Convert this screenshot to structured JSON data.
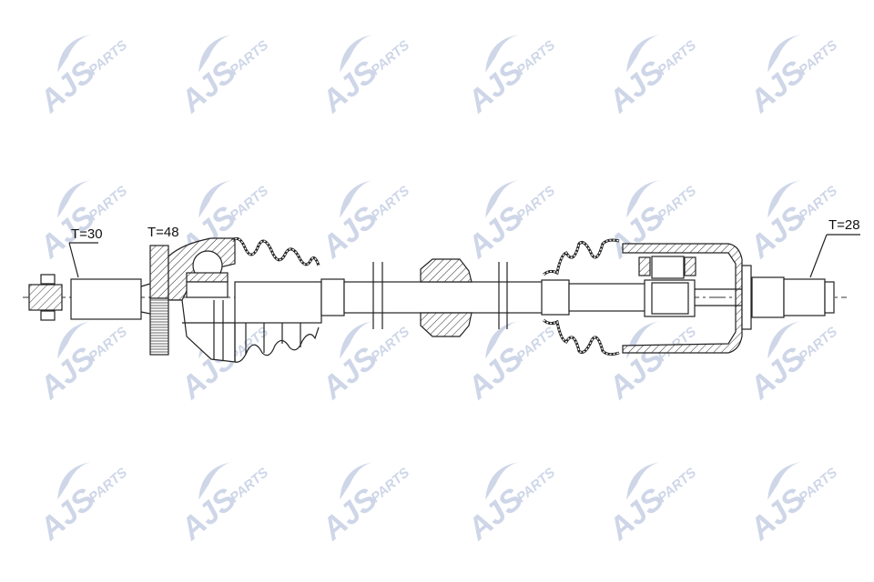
{
  "watermark": {
    "brand": "AJS",
    "sub": "PARTS",
    "color": "#c6d0e4",
    "rows": 4,
    "cols": 6
  },
  "labels": {
    "left_stub": "T=30",
    "outer_joint": "T=48",
    "right_stub": "T=28"
  }
}
